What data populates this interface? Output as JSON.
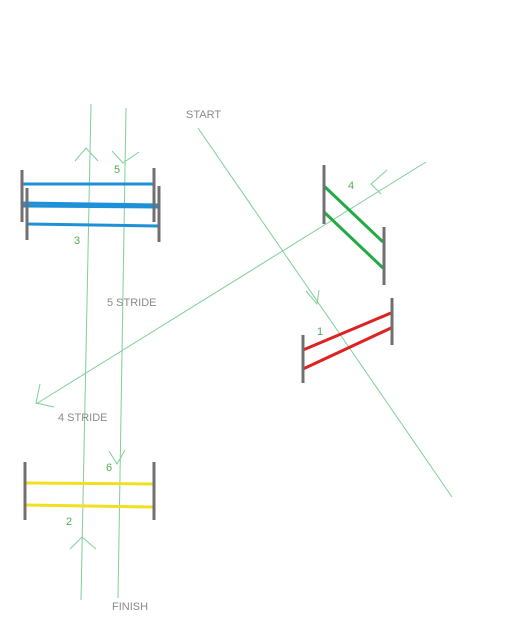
{
  "labels": {
    "start": "START",
    "finish": "FINISH",
    "stride5": "5 STRIDE",
    "stride4": "4 STRIDE"
  },
  "fences": [
    {
      "number": "1",
      "color": "#dd2222"
    },
    {
      "number": "2",
      "color": "#f0e020"
    },
    {
      "number": "3",
      "color": "#1e90d8"
    },
    {
      "number": "4",
      "color": "#22aa44"
    },
    {
      "number": "5",
      "color": "#1e90d8"
    },
    {
      "number": "6",
      "color": "#f0e020"
    }
  ],
  "colors": {
    "path": "#7fcf9a",
    "standard": "#707070",
    "number": "#4caf50"
  }
}
